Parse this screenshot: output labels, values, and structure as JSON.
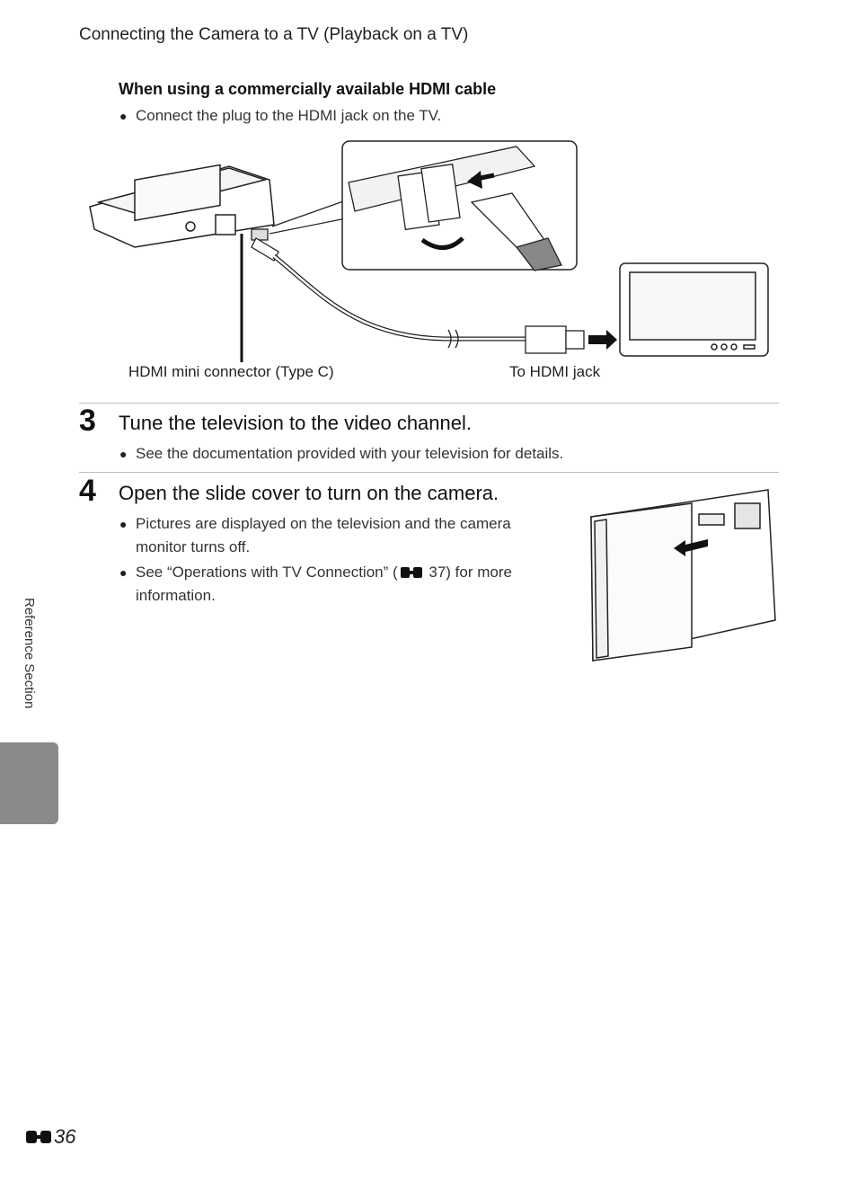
{
  "header": {
    "title": "Connecting the Camera to a TV (Playback on a TV)"
  },
  "section": {
    "subheading": "When using a commercially available HDMI cable",
    "bullet": "Connect the plug to the HDMI jack on the TV."
  },
  "figure1": {
    "label_connector": "HDMI mini connector (Type C)",
    "label_jack": "To HDMI jack"
  },
  "step3": {
    "number": "3",
    "title": "Tune the television to the video channel.",
    "bullets": [
      "See the documentation provided with your television for details."
    ]
  },
  "step4": {
    "number": "4",
    "title": "Open the slide cover to turn on the camera.",
    "bullets": [
      "Pictures are displayed on the television and the camera monitor turns off.",
      "See “Operations with TV Connection” (",
      "37) for more information."
    ]
  },
  "sidebar": {
    "label": "Reference Section"
  },
  "footer": {
    "page_number": "36"
  }
}
